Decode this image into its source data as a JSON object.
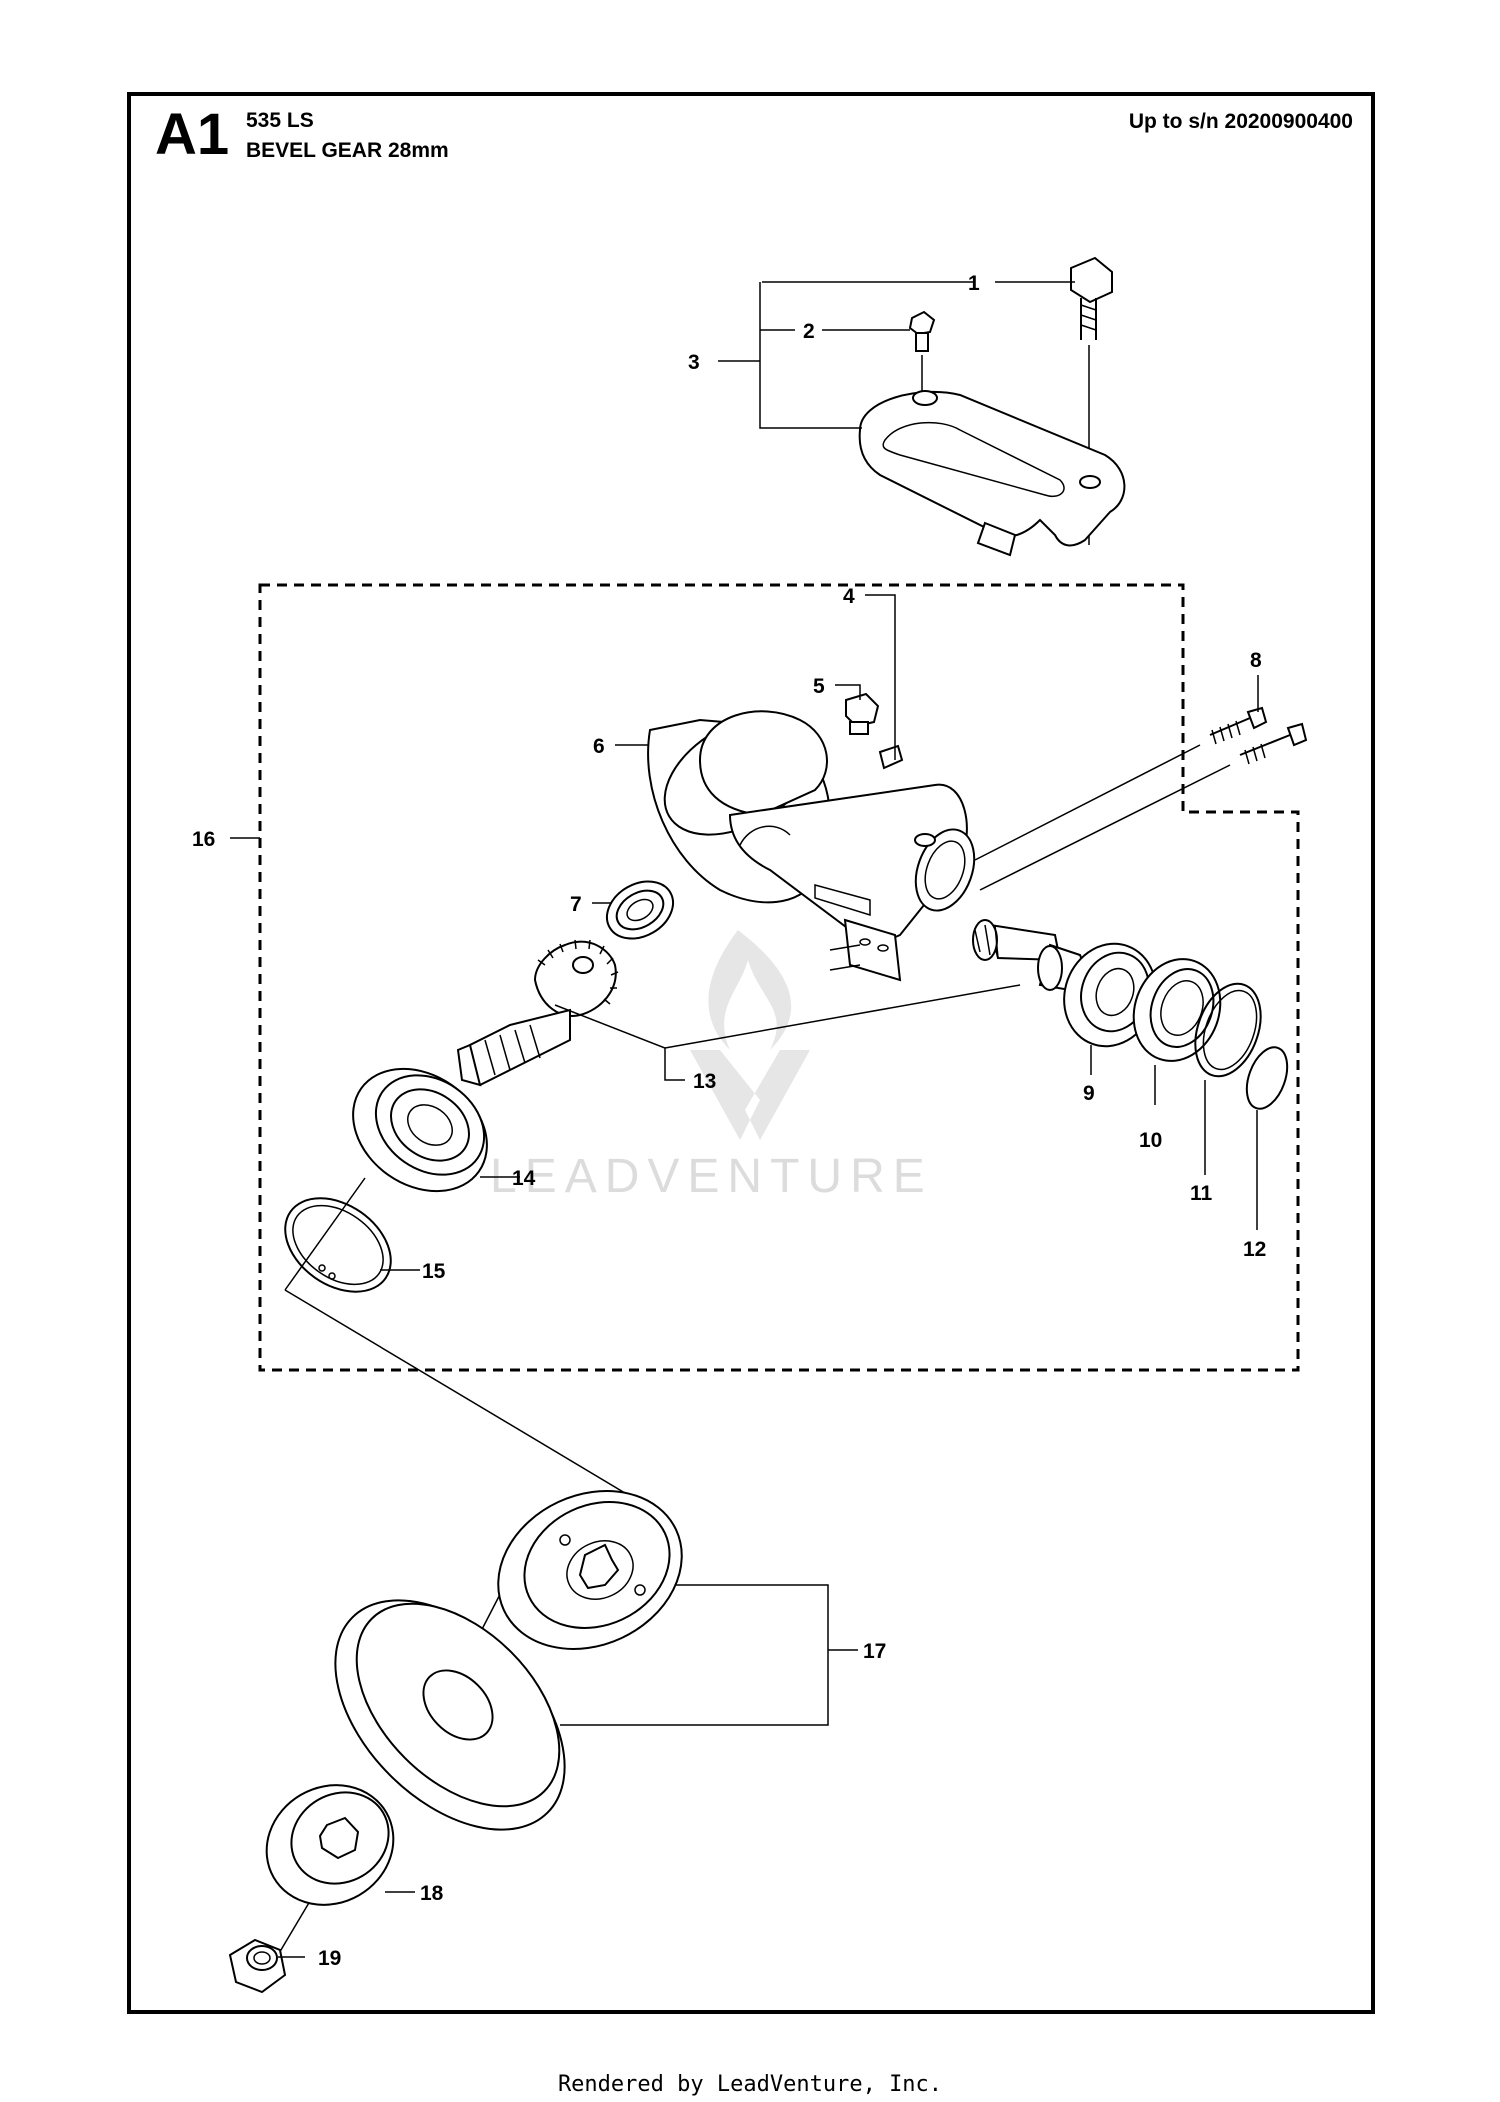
{
  "header": {
    "page_code": "A1",
    "model": "535 LS",
    "title": "BEVEL GEAR 28mm",
    "serial": "Up to s/n 20200900400"
  },
  "callouts": [
    "1",
    "2",
    "3",
    "4",
    "5",
    "6",
    "7",
    "8",
    "9",
    "10",
    "11",
    "12",
    "13",
    "14",
    "15",
    "16",
    "17",
    "18",
    "19"
  ],
  "watermark": "LEADVENTURE",
  "footer": "Rendered by LeadVenture, Inc."
}
